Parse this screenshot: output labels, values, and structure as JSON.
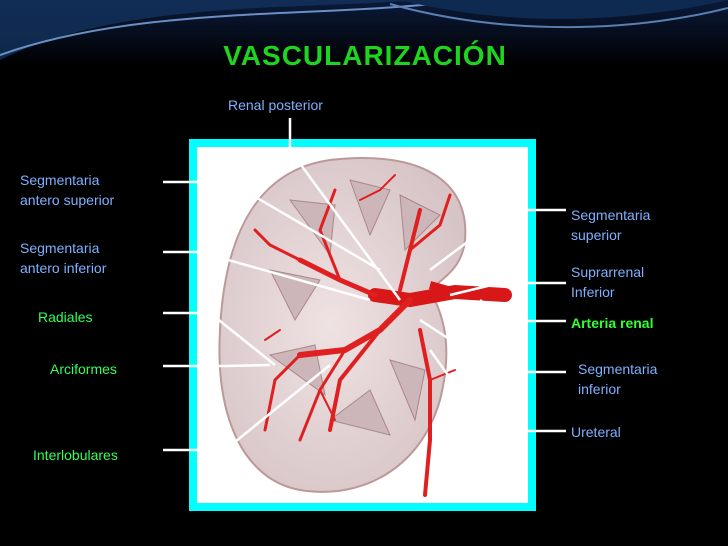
{
  "title": "VASCULARIZACIÓN",
  "labels": {
    "renal_posterior": "Renal posterior",
    "segm_antero_superior": "Segmentaria\nantero superior",
    "segm_antero_inferior": "Segmentaria\nantero inferior",
    "radiales": "Radiales",
    "arciformes": "Arciformes",
    "interlobulares": "Interlobulares",
    "segm_superior": "Segmentaria\nsuperior",
    "suprarrenal_inferior": "Suprarrenal\nInferior",
    "arteria_renal": "Arteria renal",
    "segm_inferior": "Segmentaria\ninferior",
    "ureteral": "Ureteral"
  },
  "colors": {
    "title": "#1fd41f",
    "label_blue": "#7fb0ff",
    "label_green": "#33ff55",
    "frame": "#00ffff",
    "artery": "#e02020"
  }
}
